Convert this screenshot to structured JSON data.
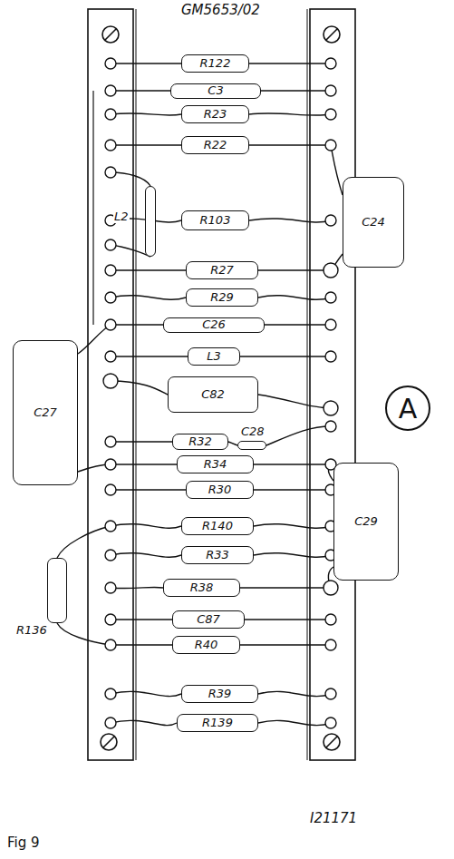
{
  "diagram": {
    "caption": "Fig 9",
    "nodes": [
      {
        "text": [
          "R122"
        ]
      },
      {
        "text": [
          "C3"
        ]
      },
      {
        "text": [
          "R23"
        ]
      },
      {
        "text": [
          "R22"
        ]
      },
      {
        "text": [
          "C24"
        ]
      },
      {
        "text": [
          "L2"
        ]
      },
      {
        "text": [
          "R103"
        ]
      },
      {
        "text": [
          "R27"
        ]
      },
      {
        "text": [
          "R29"
        ]
      },
      {
        "text": [
          "C26"
        ]
      },
      {
        "text": [
          "L3"
        ]
      },
      {
        "text": [
          "C27"
        ]
      },
      {
        "text": [
          "C82"
        ]
      },
      {
        "text": [
          "A"
        ]
      },
      {
        "text": [
          "C28"
        ]
      },
      {
        "text": [
          "R32"
        ]
      },
      {
        "text": [
          "R34"
        ]
      },
      {
        "text": [
          "R30"
        ]
      },
      {
        "text": [
          "C29"
        ]
      },
      {
        "text": [
          "R140"
        ]
      },
      {
        "text": [
          "R33"
        ]
      },
      {
        "text": [
          "R136"
        ]
      },
      {
        "text": [
          "R38"
        ]
      },
      {
        "text": [
          "C87"
        ]
      },
      {
        "text": [
          "R40"
        ]
      },
      {
        "text": [
          "R39"
        ]
      },
      {
        "text": [
          "R139"
        ]
      }
    ],
    "labels": [
      "GM5653/02",
      "I21171"
    ]
  }
}
